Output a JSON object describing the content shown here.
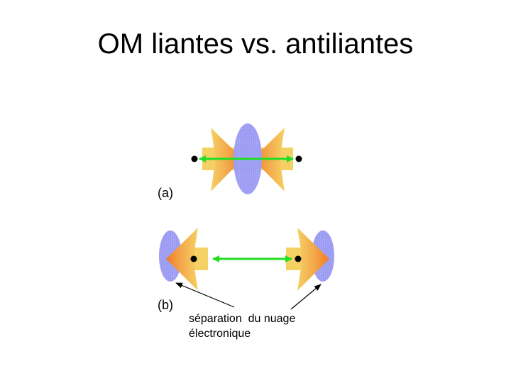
{
  "title": "OM liantes vs. antiliantes",
  "panels": {
    "a": {
      "label": "(a)"
    },
    "b": {
      "label": "(b)"
    }
  },
  "caption": {
    "line1": "séparation  du nuage",
    "line2": "électronique"
  },
  "colors": {
    "lobe_orange": "#f08a2c",
    "lobe_yellow": "#f5d063",
    "electron_cloud": "#9a9af0",
    "arrow": "#22dd22",
    "nucleus": "#000000"
  }
}
